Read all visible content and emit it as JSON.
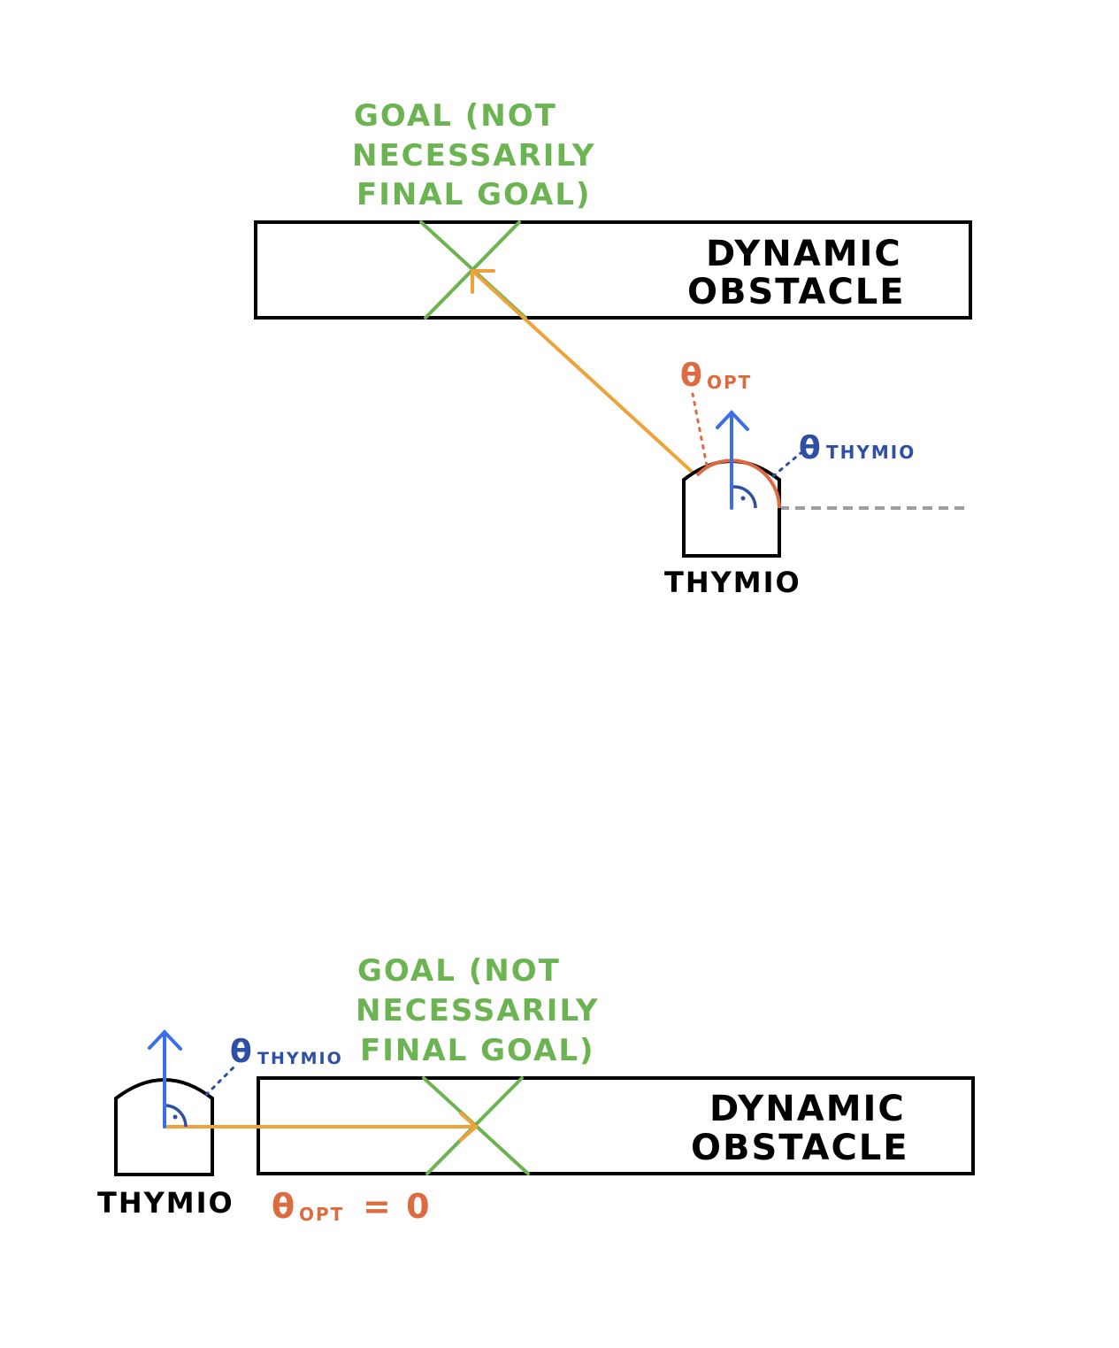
{
  "colors": {
    "goal": "#6CB352",
    "path": "#EDA23A",
    "theta_opt": "#DE6A3F",
    "theta_thymio": "#2F4FA6",
    "heading": "#3B6FE8",
    "reference": "#9E9E9E",
    "outline": "#000000"
  },
  "diagram_top": {
    "goal_label": [
      "GOAL (NOT",
      "NECESSARILY",
      "FINAL GOAL)"
    ],
    "obstacle_label": [
      "DYNAMIC",
      "OBSTACLE"
    ],
    "theta_opt_symbol": "θ",
    "theta_opt_sub": "OPT",
    "theta_thymio_symbol": "θ",
    "theta_thymio_sub": "THYMIO",
    "robot_label": "THYMIO",
    "icons": [
      "goal-cross-icon",
      "heading-arrow-icon",
      "path-arrow-icon"
    ]
  },
  "diagram_bottom": {
    "goal_label": [
      "GOAL (NOT",
      "NECESSARILY",
      "FINAL GOAL)"
    ],
    "obstacle_label": [
      "DYNAMIC",
      "OBSTACLE"
    ],
    "theta_thymio_symbol": "θ",
    "theta_thymio_sub": "THYMIO",
    "theta_opt_symbol": "θ",
    "theta_opt_sub": "OPT",
    "theta_opt_value": "= 0",
    "robot_label": "THYMIO",
    "icons": [
      "goal-cross-icon",
      "heading-arrow-icon",
      "path-arrow-icon"
    ]
  }
}
